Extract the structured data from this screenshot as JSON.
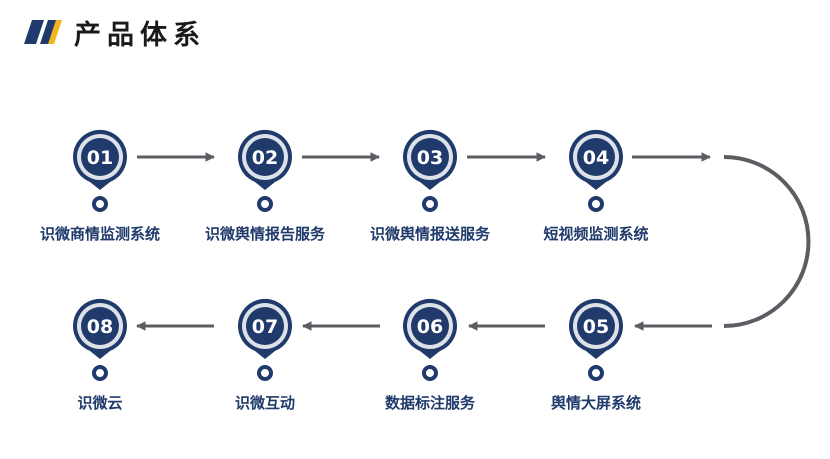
{
  "header": {
    "title": "产品体系",
    "logo_colors": {
      "navy": "#1f3a6b",
      "gold": "#f2b51e"
    }
  },
  "colors": {
    "navy": "#1f3a6b",
    "ring": "#dde1e8",
    "arrow": "#5c5c63"
  },
  "steps": [
    {
      "num": "01",
      "label": "识微商情监测系统"
    },
    {
      "num": "02",
      "label": "识微舆情报告服务"
    },
    {
      "num": "03",
      "label": "识微舆情报送服务"
    },
    {
      "num": "04",
      "label": "短视频监测系统"
    },
    {
      "num": "05",
      "label": "舆情大屏系统"
    },
    {
      "num": "06",
      "label": "数据标注服务"
    },
    {
      "num": "07",
      "label": "识微互动"
    },
    {
      "num": "08",
      "label": "识微云"
    }
  ]
}
